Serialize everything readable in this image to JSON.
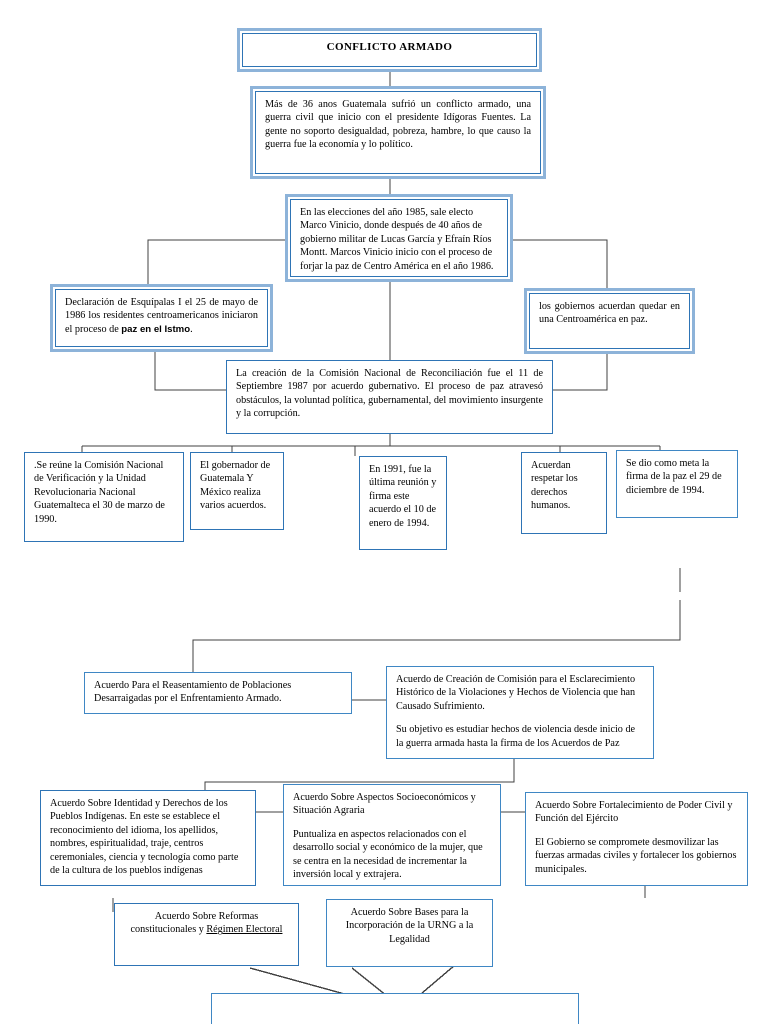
{
  "document": {
    "title": "CONFLICTO ARMADO",
    "type": "concept-map"
  },
  "colors": {
    "node_border_outer": "#8DB3D9",
    "node_border_inner": "#2E74B5",
    "node_border_single": "#2E74B5",
    "connector": "#404040",
    "background": "#FFFFFF",
    "text": "#000000"
  },
  "nodes": {
    "title_box": {
      "label": "CONFLICTO ARMADO"
    },
    "intro_box": {
      "text": "Más de 36 anos Guatemala sufrió un conflicto armado, una guerra civil que inicio con el presidente Idígoras Fuentes. La gente no soporto desigualdad, pobreza, hambre, lo que causo la guerra fue la economía y lo político."
    },
    "elecciones_box": {
      "text": "En las elecciones del año 1985, sale electo Marco Vinicio, donde después de 40 años de gobierno militar de  Lucas García y Efraín Ríos Montt.  Marcos Vinicio inicio con el proceso de forjar la paz de Centro América en el año 1986."
    },
    "esquipulas_box": {
      "text_part1": "Declaración de Esquípalas I el 25 de mayo de 1986 los residentes centroamericanos iniciaron el proceso de ",
      "text_highlight": "paz en el Istmo",
      "text_part2": "."
    },
    "gobiernos_box": {
      "text": "los gobiernos acuerdan quedar en una Centroamérica en paz."
    },
    "comision_box": {
      "text": "La creación de la Comisión Nacional de Reconciliación fue el 11 de Septiembre 1987 por acuerdo gubernativo. El proceso de paz atravesó obstáculos, la voluntad política, gubernamental, del movimiento insurgente y la corrupción."
    },
    "verificacion_box": {
      "text": ".Se reúne la Comisión Nacional de Verificación  y la Unidad Revolucionaria  Nacional Guatemalteca el 30 de marzo de 1990."
    },
    "gobernador_box": {
      "text": "El gobernador de Guatemala  Y México realiza varios acuerdos."
    },
    "reunion1991_box": {
      "text": "En 1991, fue la última reunión y firma este acuerdo el 10 de enero de 1994."
    },
    "derechos_box": {
      "text": "Acuerdan respetar los derechos humanos."
    },
    "meta_box": {
      "text": "Se dio como meta la firma de la paz el 29 de diciembre de 1994."
    },
    "reasentamiento_box": {
      "text": "Acuerdo Para el Reasentamiento de Poblaciones Desarraigadas por el Enfrentamiento Armado."
    },
    "esclarecimiento_box": {
      "paragraph1": "Acuerdo de Creación de Comisión para el Esclarecimiento Histórico de la Violaciones y Hechos de Violencia que han Causado Sufrimiento.",
      "paragraph2": "Su objetivo es estudiar hechos de violencia desde inicio de la guerra armada hasta la firma de los Acuerdos de Paz"
    },
    "identidad_box": {
      "text": "Acuerdo Sobre Identidad y Derechos de los Pueblos Indígenas. En este se establece el reconocimiento del idioma, los apellidos, nombres, espiritualidad, traje, centros ceremoniales, ciencia y tecnología como parte de la cultura de los pueblos indígenas"
    },
    "socioeconomicos_box": {
      "paragraph1": "Acuerdo Sobre Aspectos Socioeconómicos y Situación Agraria",
      "paragraph2": "Puntualiza en aspectos relacionados con el desarrollo social y económico de la mujer, que se centra en la necesidad de incrementar la inversión local y extrajera."
    },
    "poder_civil_box": {
      "paragraph1": "Acuerdo  Sobre Fortalecimiento de Poder Civil y Función del Ejército",
      "paragraph2": "El Gobierno se compromete desmovilizar las fuerzas armadas civiles y fortalecer los gobiernos municipales."
    },
    "reformas_box": {
      "line1": "Acuerdo Sobre Reformas",
      "line2_part1": "constitucionales y ",
      "line2_underline": "Régimen Electoral"
    },
    "urng_box": {
      "text": "Acuerdo Sobre Bases para la Incorporación de la URNG a la Legalidad"
    },
    "bottom_box": {
      "text": ""
    }
  }
}
